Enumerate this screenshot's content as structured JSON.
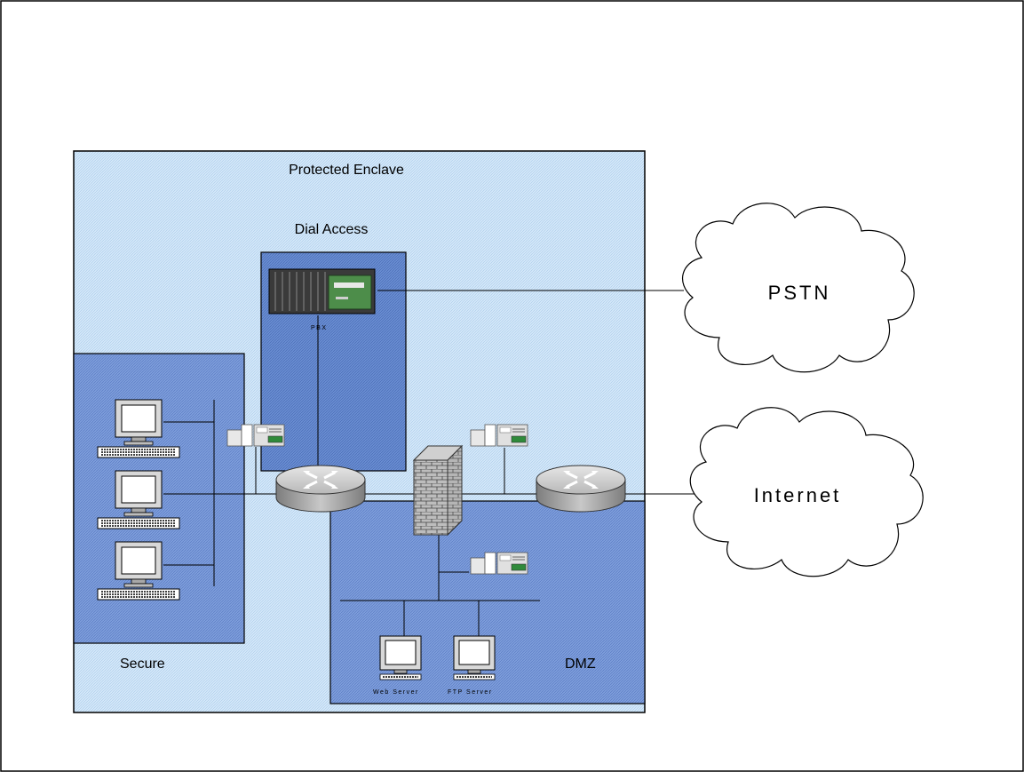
{
  "zones": {
    "enclave": "Protected Enclave",
    "dial_access": "Dial Access",
    "secure": "Secure",
    "dmz": "DMZ"
  },
  "devices": {
    "pbx": "PBX",
    "web_server": "Web Server",
    "ftp_server": "FTP Server"
  },
  "clouds": {
    "pstn": "PSTN",
    "internet": "Internet"
  },
  "colors": {
    "enclave_fill": "#cfe6f8",
    "zone_fill": "#7d9fdc",
    "dial_fill": "#5e84cf"
  }
}
